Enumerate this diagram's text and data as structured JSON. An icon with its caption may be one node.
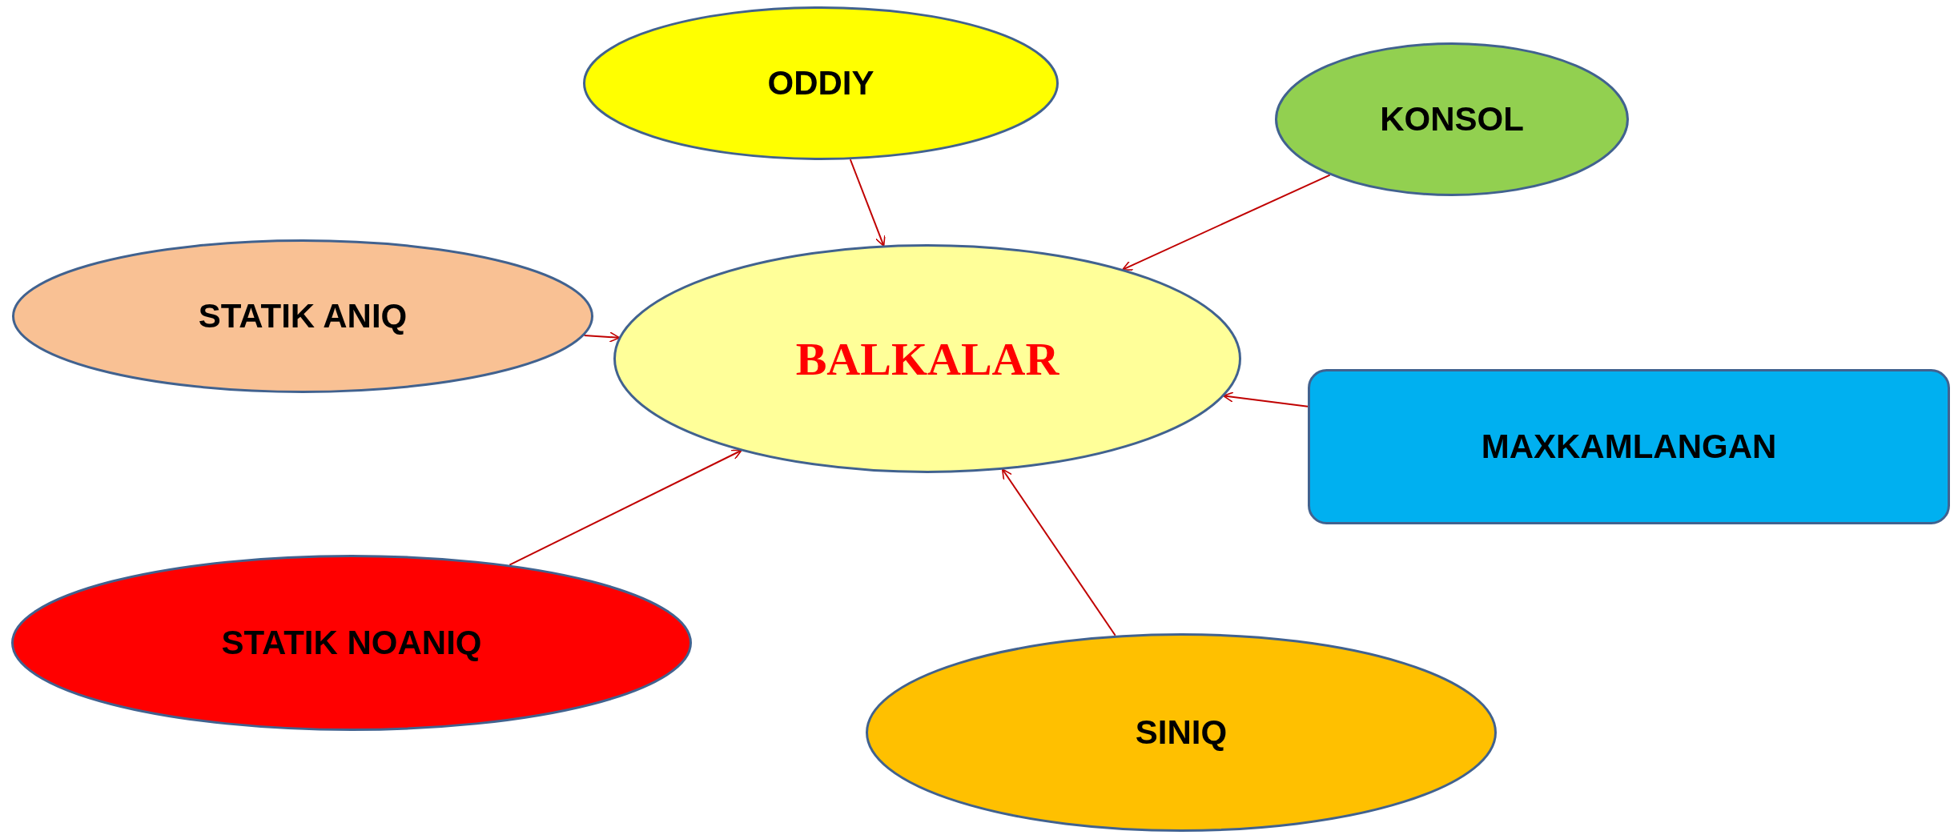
{
  "diagram": {
    "nodes": [
      {
        "text": [
          "BALKALAR"
        ]
      },
      {
        "text": [
          "ODDIY"
        ]
      },
      {
        "text": [
          "KONSOL"
        ]
      },
      {
        "text": [
          "STATIK ANIQ"
        ]
      },
      {
        "text": [
          "MAXKAMLANGAN"
        ]
      },
      {
        "text": [
          "STATIK NOANIQ"
        ]
      },
      {
        "text": [
          "SINIQ"
        ]
      }
    ],
    "edges": [
      {
        "from": 1,
        "to": 0,
        "arrow": "to"
      },
      {
        "from": 2,
        "to": 0,
        "arrow": "to"
      },
      {
        "from": 3,
        "to": 0,
        "arrow": "to"
      },
      {
        "from": 4,
        "to": 0,
        "arrow": "to"
      },
      {
        "from": 5,
        "to": 0,
        "arrow": "to"
      },
      {
        "from": 6,
        "to": 0,
        "arrow": "to"
      }
    ]
  }
}
